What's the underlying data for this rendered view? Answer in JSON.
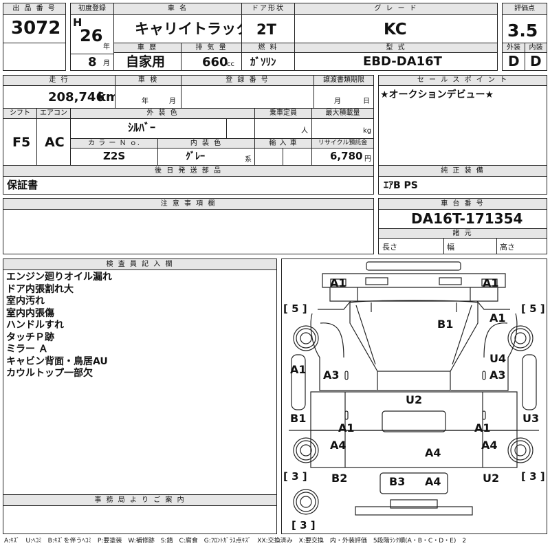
{
  "header": {
    "lot_no_label": "出 品 番 号",
    "lot_no": "3072",
    "first_reg_label": "初度登録",
    "era": "H",
    "year": "26",
    "year_unit": "年",
    "month": "8",
    "month_unit": "月",
    "car_name_label": "車 名",
    "car_name": "キャリイトラック",
    "door_label": "ドア形状",
    "door": "2T",
    "grade_label": "グ レ ー ド",
    "grade": "KC",
    "score_label": "評価点",
    "score": "3.5",
    "history_label": "車 歴",
    "history": "自家用",
    "displacement_label": "排 気 量",
    "displacement": "660",
    "displacement_unit": "cc",
    "fuel_label": "燃 料",
    "fuel": "ｶﾞｿﾘﾝ",
    "model_label": "型 式",
    "model": "EBD-DA16T",
    "exterior_label": "外装",
    "exterior": "D",
    "interior_label": "内装",
    "interior": "D"
  },
  "row2": {
    "mileage_label": "走 行",
    "mileage": "208,746",
    "mileage_unit": "km",
    "inspection_label": "車 検",
    "inspection_year_unit": "年",
    "inspection_month_unit": "月",
    "reg_no_label": "登 録 番 号",
    "transfer_label": "譲渡書類期限",
    "transfer_month_unit": "月",
    "transfer_day_unit": "日",
    "sales_point_label": "セ ー ル ス ポ イ ン ト",
    "sales_point": "★オークションデビュー★",
    "shift_label": "シフト",
    "shift": "F5",
    "ac_label": "エアコン",
    "ac": "AC",
    "color_label": "外 装 色",
    "color": "ｼﾙﾊﾞｰ",
    "capacity_label": "乗車定員",
    "capacity_unit": "人",
    "load_label": "最大積載量",
    "load_unit": "kg",
    "color_no_label": "カ ラ ー Ｎ ｏ.",
    "color_no": "Z2S",
    "interior_color_label": "内 装 色",
    "interior_color": "ｸﾞﾚｰ",
    "interior_color_unit": "系",
    "import_label": "輸 入 車",
    "recycle_label": "リサイクル預託金",
    "recycle": "6,780",
    "recycle_unit": "円",
    "later_parts_label": "後 日 発 送 部 品",
    "later_parts": "保証書",
    "equipment_label": "純 正 装 備",
    "equipment": "ｴｱB PS",
    "caution_label": "注 意 事 項 欄",
    "chassis_label": "車 台 番 号",
    "chassis": "DA16T-171354",
    "spec_label": "諸 元",
    "length_label": "長さ",
    "width_label": "幅",
    "height_label": "高さ"
  },
  "inspector": {
    "label": "検 査 員 記 入 欄",
    "notes": [
      "エンジン廻りオイル漏れ",
      "ドア内張割れ大",
      "室内汚れ",
      "室内内張傷",
      "ハンドルすれ",
      "タッチＰ跡",
      "ミラー Ａ",
      "キャビン背面・鳥居AU",
      "カウルトップ一部欠"
    ]
  },
  "office": {
    "label": "事 務 局 よ り ご 案 内"
  },
  "diagram": {
    "marks": {
      "a1_top_left": "A1",
      "a1_top_right": "A1",
      "b1_hood": "B1",
      "a1_right_front": "A1",
      "u4_right": "U4",
      "a3_left": "A3",
      "a3_right": "A3",
      "a1_left": "A1",
      "u2_center": "U2",
      "b1_left": "B1",
      "u3_right": "U3",
      "a1_mid_left": "A1",
      "a1_mid_right": "A1",
      "a4_left": "A4",
      "a4_center": "A4",
      "a4_right": "A4",
      "b2_left": "B2",
      "u2_right": "U2",
      "b3_rear": "B3",
      "a4_rear": "A4"
    },
    "tires": {
      "front_left": "[ 5 ]",
      "front_right": "[ 5 ]",
      "rear_left": "[ 3 ]",
      "rear_right": "[ 3 ]",
      "spare": "[ 3 ]"
    }
  },
  "legend": "A:ｷｽﾞ　U:ﾍｺﾐ　B:ｷｽﾞを伴うﾍｺﾐ　P:要塗装　W:補修跡　S:錆　C:腐食　G:ﾌﾛﾝﾄｶﾞﾗｽ点ｷｽﾞ　XX:交換済み　X:要交換　内・外装評価　5段階ﾗﾝｸ順(A・B・C・D・E)　2"
}
